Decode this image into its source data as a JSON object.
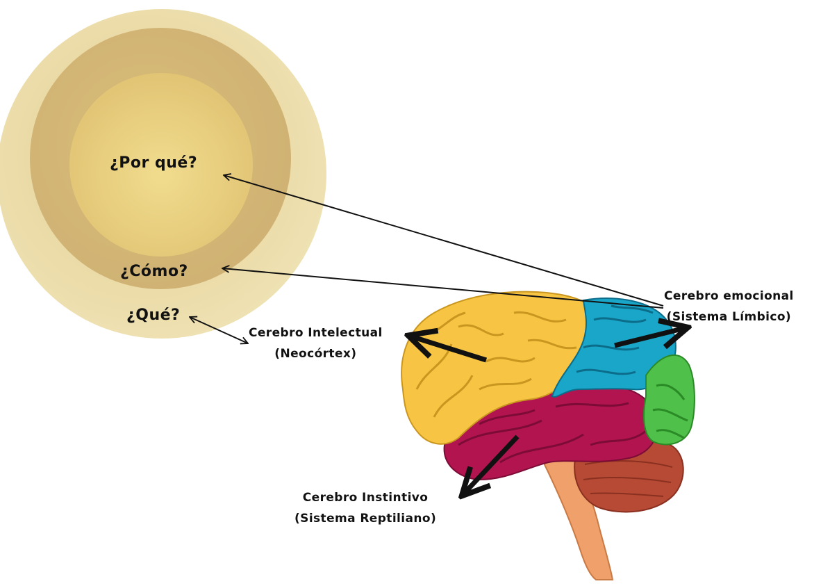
{
  "golden_circle": {
    "why": "¿Por qué?",
    "how": "¿Cómo?",
    "what": "¿Qué?"
  },
  "brain_labels": {
    "intellectual": {
      "line1": "Cerebro Intelectual",
      "line2": "(Neocórtex)"
    },
    "emotional": {
      "line1": "Cerebro emocional",
      "line2": "(Sistema Límbico)"
    },
    "instinctive": {
      "line1": "Cerebro Instintivo",
      "line2": "(Sistema Reptiliano)"
    }
  },
  "colors": {
    "circle_outer": "#efe2b4",
    "circle_middle": "#dcc486",
    "circle_inner": "#e8cf7a",
    "neocortex": "#f8c443",
    "limbic_blue": "#1aa6c8",
    "limbic_green": "#4fc04a",
    "reptilian_magenta": "#b21450",
    "cerebellum": "#b64a35",
    "brainstem": "#f1a56e",
    "arrow": "#111111"
  }
}
